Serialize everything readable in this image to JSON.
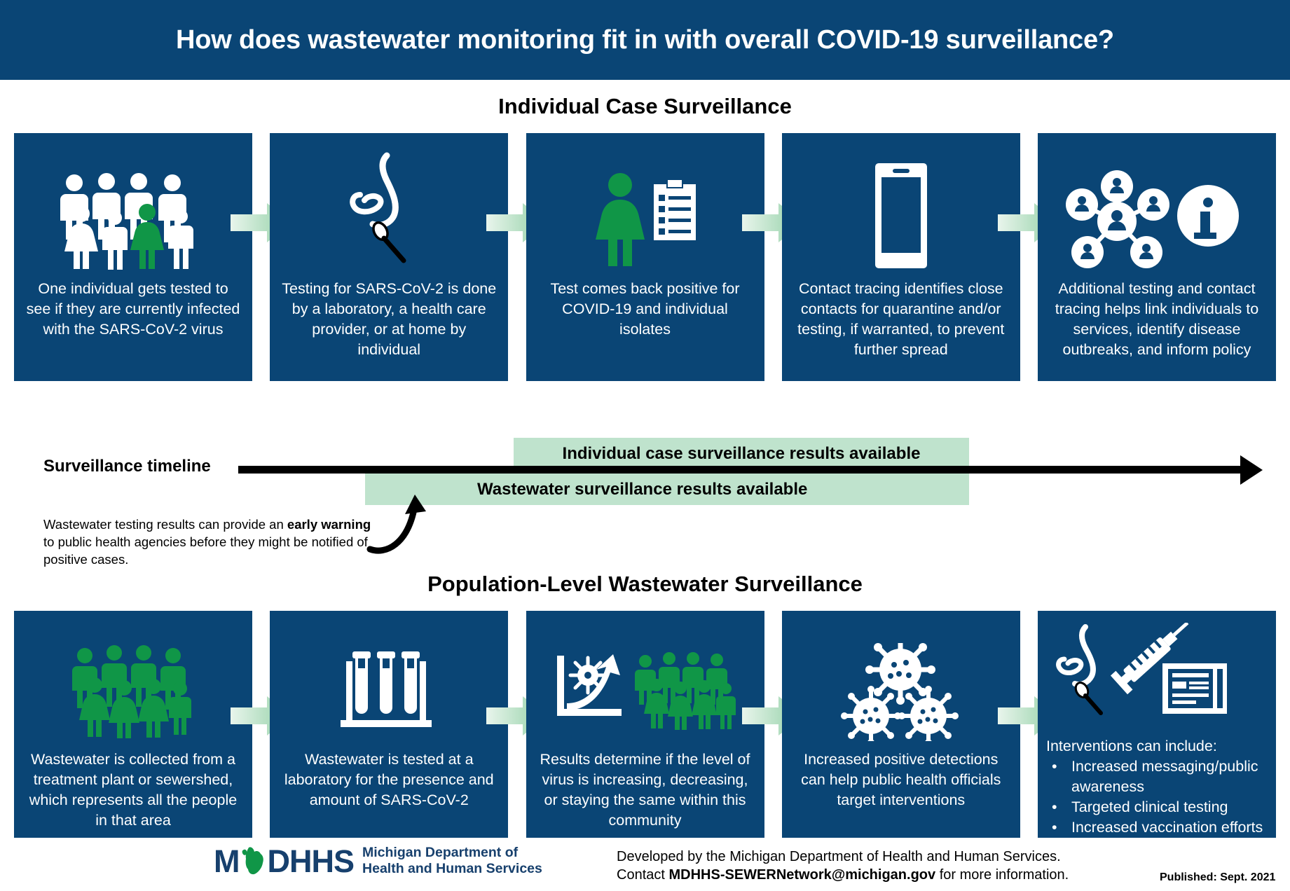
{
  "banner": {
    "title": "How does wastewater monitoring fit in with overall COVID-19 surveillance?"
  },
  "colors": {
    "navy": "#0a4575",
    "green": "#109647",
    "light_green_band": "#bfe3cd",
    "white": "#ffffff",
    "black": "#000000"
  },
  "individual_section": {
    "heading": "Individual Case Surveillance",
    "panels": [
      {
        "icon": "crowd-people-icon",
        "text": "One individual gets tested to see if they are currently infected with the SARS-CoV-2 virus"
      },
      {
        "icon": "nasal-swab-icon",
        "text": "Testing for SARS-CoV-2 is done by a laboratory, a health care provider, or at home by individual"
      },
      {
        "icon": "positive-person-checklist-icon",
        "text": "Test comes back positive for COVID-19 and individual isolates"
      },
      {
        "icon": "mobile-phone-icon",
        "text": "Contact tracing identifies close contacts for quarantine and/or testing, if warranted, to prevent further spread"
      },
      {
        "icon": "contact-network-info-icon",
        "text": "Additional testing and contact tracing helps link individuals to services, identify disease outbreaks, and inform policy"
      }
    ]
  },
  "timeline": {
    "label": "Surveillance timeline",
    "band_individual": "Individual case surveillance results available",
    "band_wastewater": "Wastewater surveillance results available",
    "note_part1": "Wastewater testing results can provide an ",
    "note_bold": "early warning",
    "note_part2": " to public health agencies before they might be notified of positive cases."
  },
  "population_section": {
    "heading": "Population-Level Wastewater Surveillance",
    "panels": [
      {
        "icon": "green-crowd-people-icon",
        "text": "Wastewater is collected from a treatment plant or sewershed, which represents all the people in that area"
      },
      {
        "icon": "test-tube-rack-icon",
        "text": "Wastewater is tested at a laboratory for the presence and amount of SARS-CoV-2"
      },
      {
        "icon": "virus-trend-chart-icon",
        "text": "Results determine if the level of virus is increasing, decreasing, or staying the same within this community"
      },
      {
        "icon": "virus-particles-icon",
        "text": "Increased positive detections can help public health officials target interventions"
      },
      {
        "icon": "swab-syringe-report-icon",
        "text": "Interventions can include:",
        "bullets": [
          "Increased messaging/public awareness",
          "Targeted clinical testing",
          "Increased vaccination efforts"
        ]
      }
    ]
  },
  "footer": {
    "logo_acronym": "M DHHS",
    "logo_line1": "Michigan Department of",
    "logo_line2": "Health and Human Services",
    "developed_line1": "Developed by the Michigan Department of Health and Human Services.",
    "contact_prefix": "Contact ",
    "contact_email": "MDHHS-SEWERNetwork@michigan.gov",
    "contact_suffix": " for more information.",
    "published": "Published: Sept. 2021"
  }
}
